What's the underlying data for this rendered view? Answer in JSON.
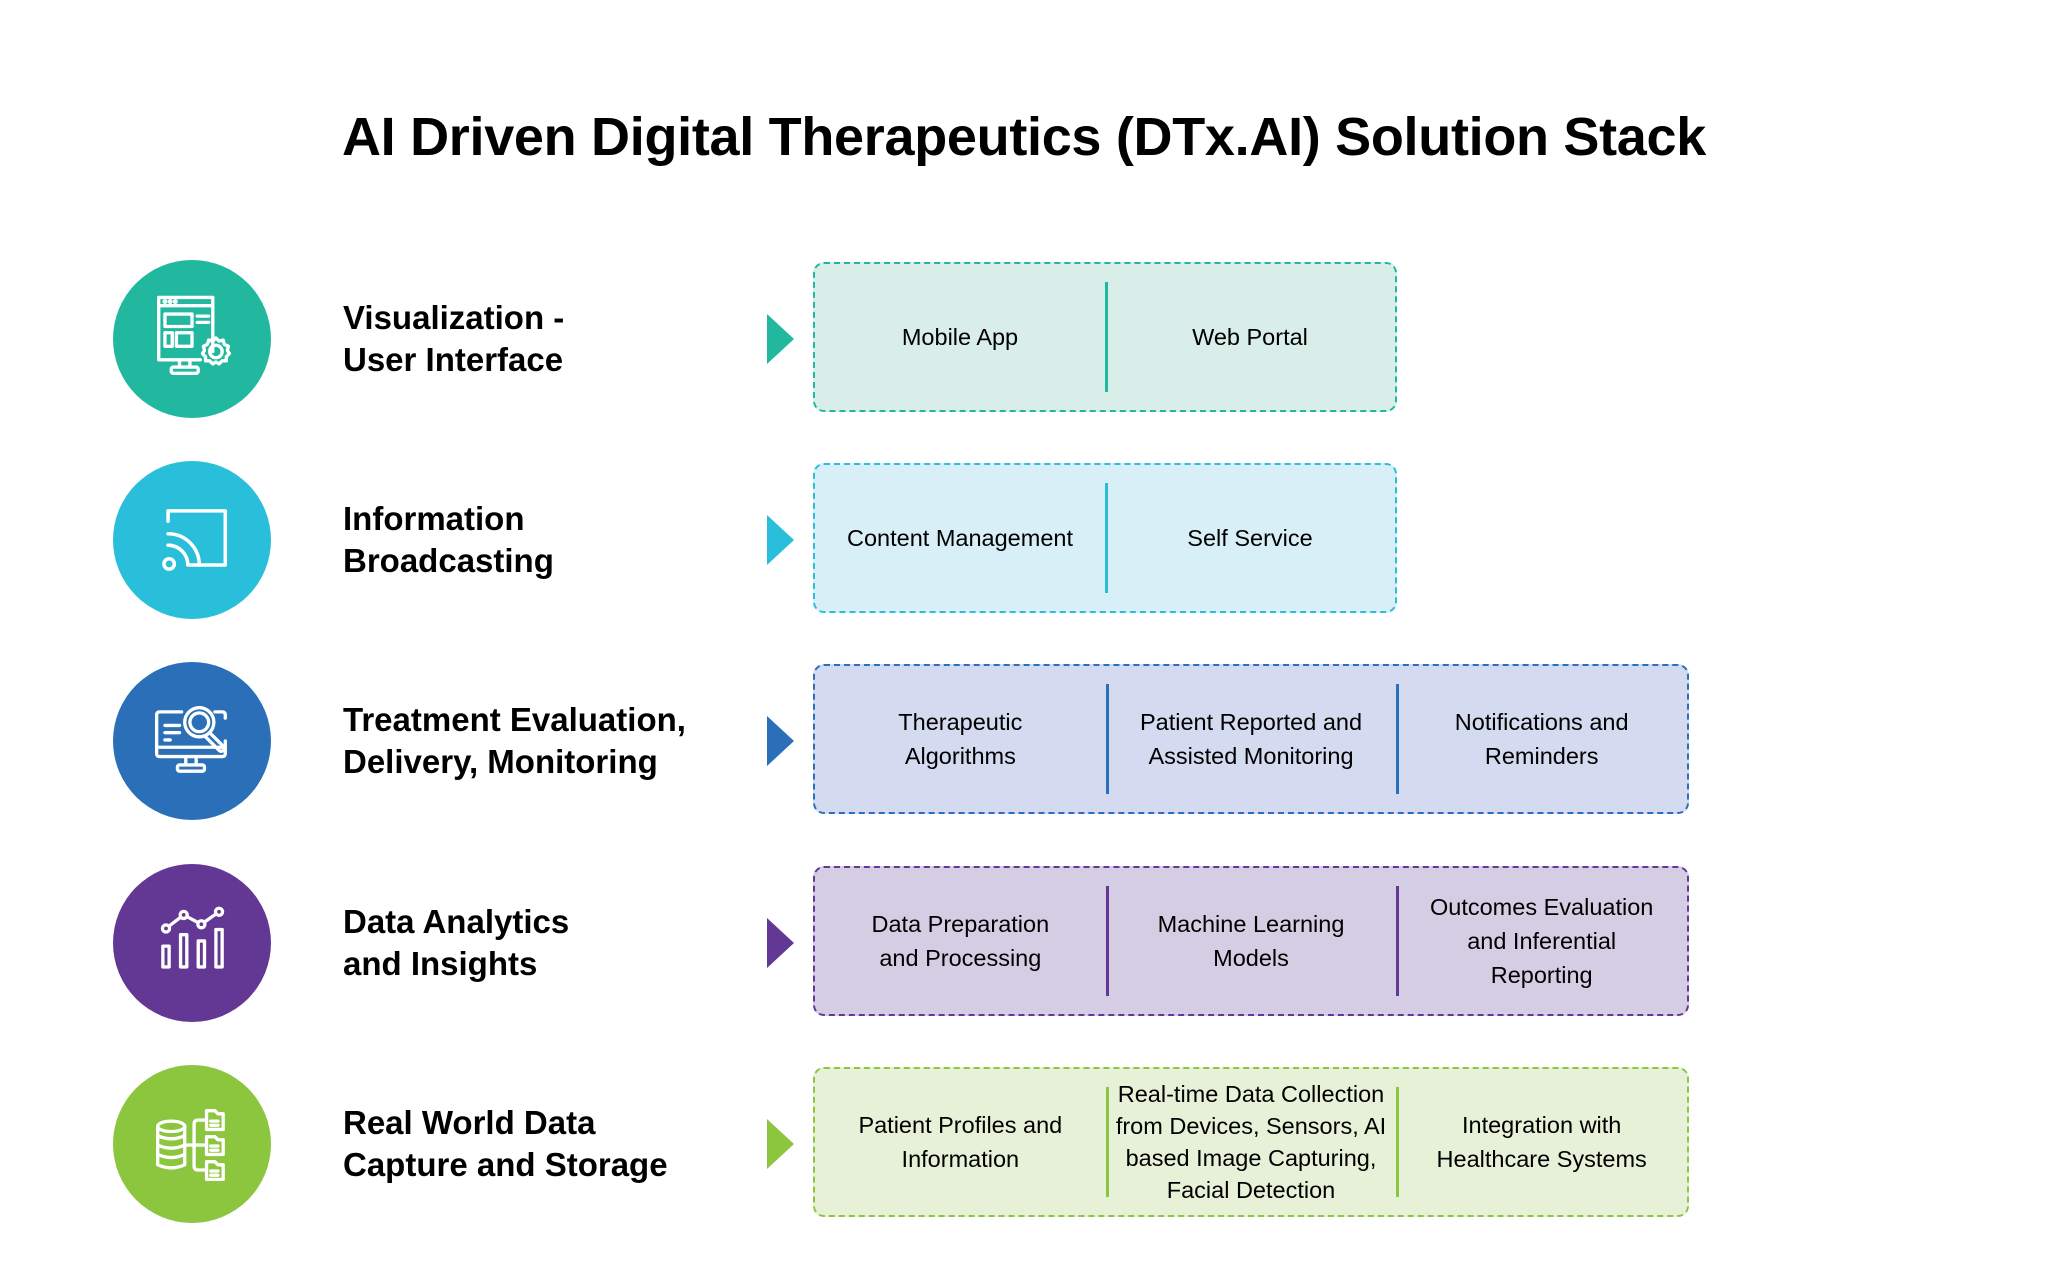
{
  "title": "AI Driven Digital Therapeutics (DTx.AI) Solution Stack",
  "rows": [
    {
      "label_lines": [
        "Visualization -",
        "User Interface"
      ],
      "icon": "monitor-settings-icon",
      "accent": "#22b8a0",
      "fill": "#d9eee9",
      "items": [
        {
          "lines": [
            "Mobile App"
          ]
        },
        {
          "lines": [
            "Web Portal"
          ]
        }
      ]
    },
    {
      "label_lines": [
        "Information",
        "Broadcasting"
      ],
      "icon": "screen-cast-icon",
      "accent": "#29bfdb",
      "fill": "#d9eff7",
      "items": [
        {
          "lines": [
            "Content Management"
          ]
        },
        {
          "lines": [
            "Self Service"
          ]
        }
      ]
    },
    {
      "label_lines": [
        "Treatment Evaluation,",
        "Delivery, Monitoring"
      ],
      "icon": "monitor-search-icon",
      "accent": "#2a6fb8",
      "fill": "#d4daef",
      "items": [
        {
          "lines": [
            "Therapeutic",
            "Algorithms"
          ]
        },
        {
          "lines": [
            "Patient Reported and",
            "Assisted Monitoring"
          ]
        },
        {
          "lines": [
            "Notifications and",
            "Reminders"
          ]
        }
      ]
    },
    {
      "label_lines": [
        "Data Analytics",
        "and Insights"
      ],
      "icon": "analytics-chart-icon",
      "accent": "#633895",
      "fill": "#d5cde4",
      "items": [
        {
          "lines": [
            "Data Preparation",
            "and Processing"
          ]
        },
        {
          "lines": [
            "Machine Learning",
            "Models"
          ]
        },
        {
          "lines": [
            "Outcomes Evaluation",
            "and Inferential",
            "Reporting"
          ]
        }
      ]
    },
    {
      "label_lines": [
        "Real World Data",
        "Capture and Storage"
      ],
      "icon": "database-files-icon",
      "accent": "#8cc63f",
      "fill": "#e6f1d8",
      "items": [
        {
          "lines": [
            "Patient Profiles and",
            "Information"
          ]
        },
        {
          "lines": [
            "Real-time Data Collection",
            "from Devices, Sensors, AI",
            "based Image Capturing,",
            "Facial Detection"
          ]
        },
        {
          "lines": [
            "Integration with",
            "Healthcare Systems"
          ]
        }
      ]
    }
  ]
}
